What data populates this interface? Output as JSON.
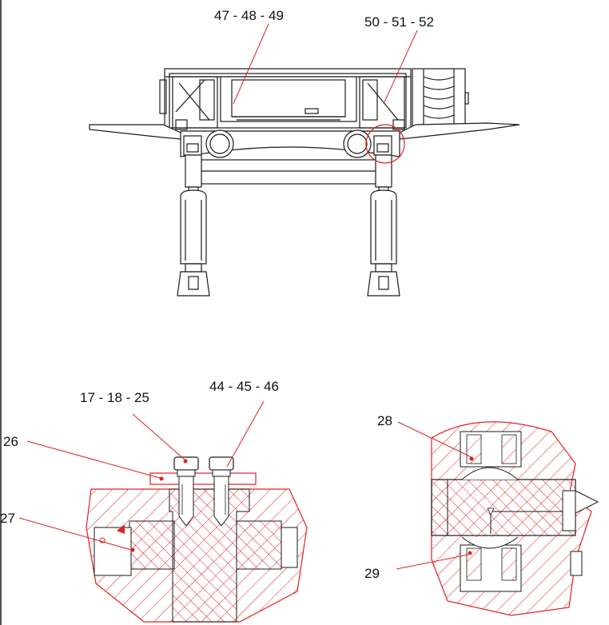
{
  "labels": {
    "top_left": "47  - 48 - 49",
    "top_right": "50  - 51  - 52",
    "bolt_left": "17  - 18 - 25",
    "bolt_right": "44  - 45 - 46",
    "side_26": "26",
    "side_27": "27",
    "pin_28": "28",
    "pin_29": "29"
  },
  "colors": {
    "line": "#1a1a1a",
    "section": "#e02020",
    "hatch": "#e02020",
    "leader": "#e02020"
  }
}
